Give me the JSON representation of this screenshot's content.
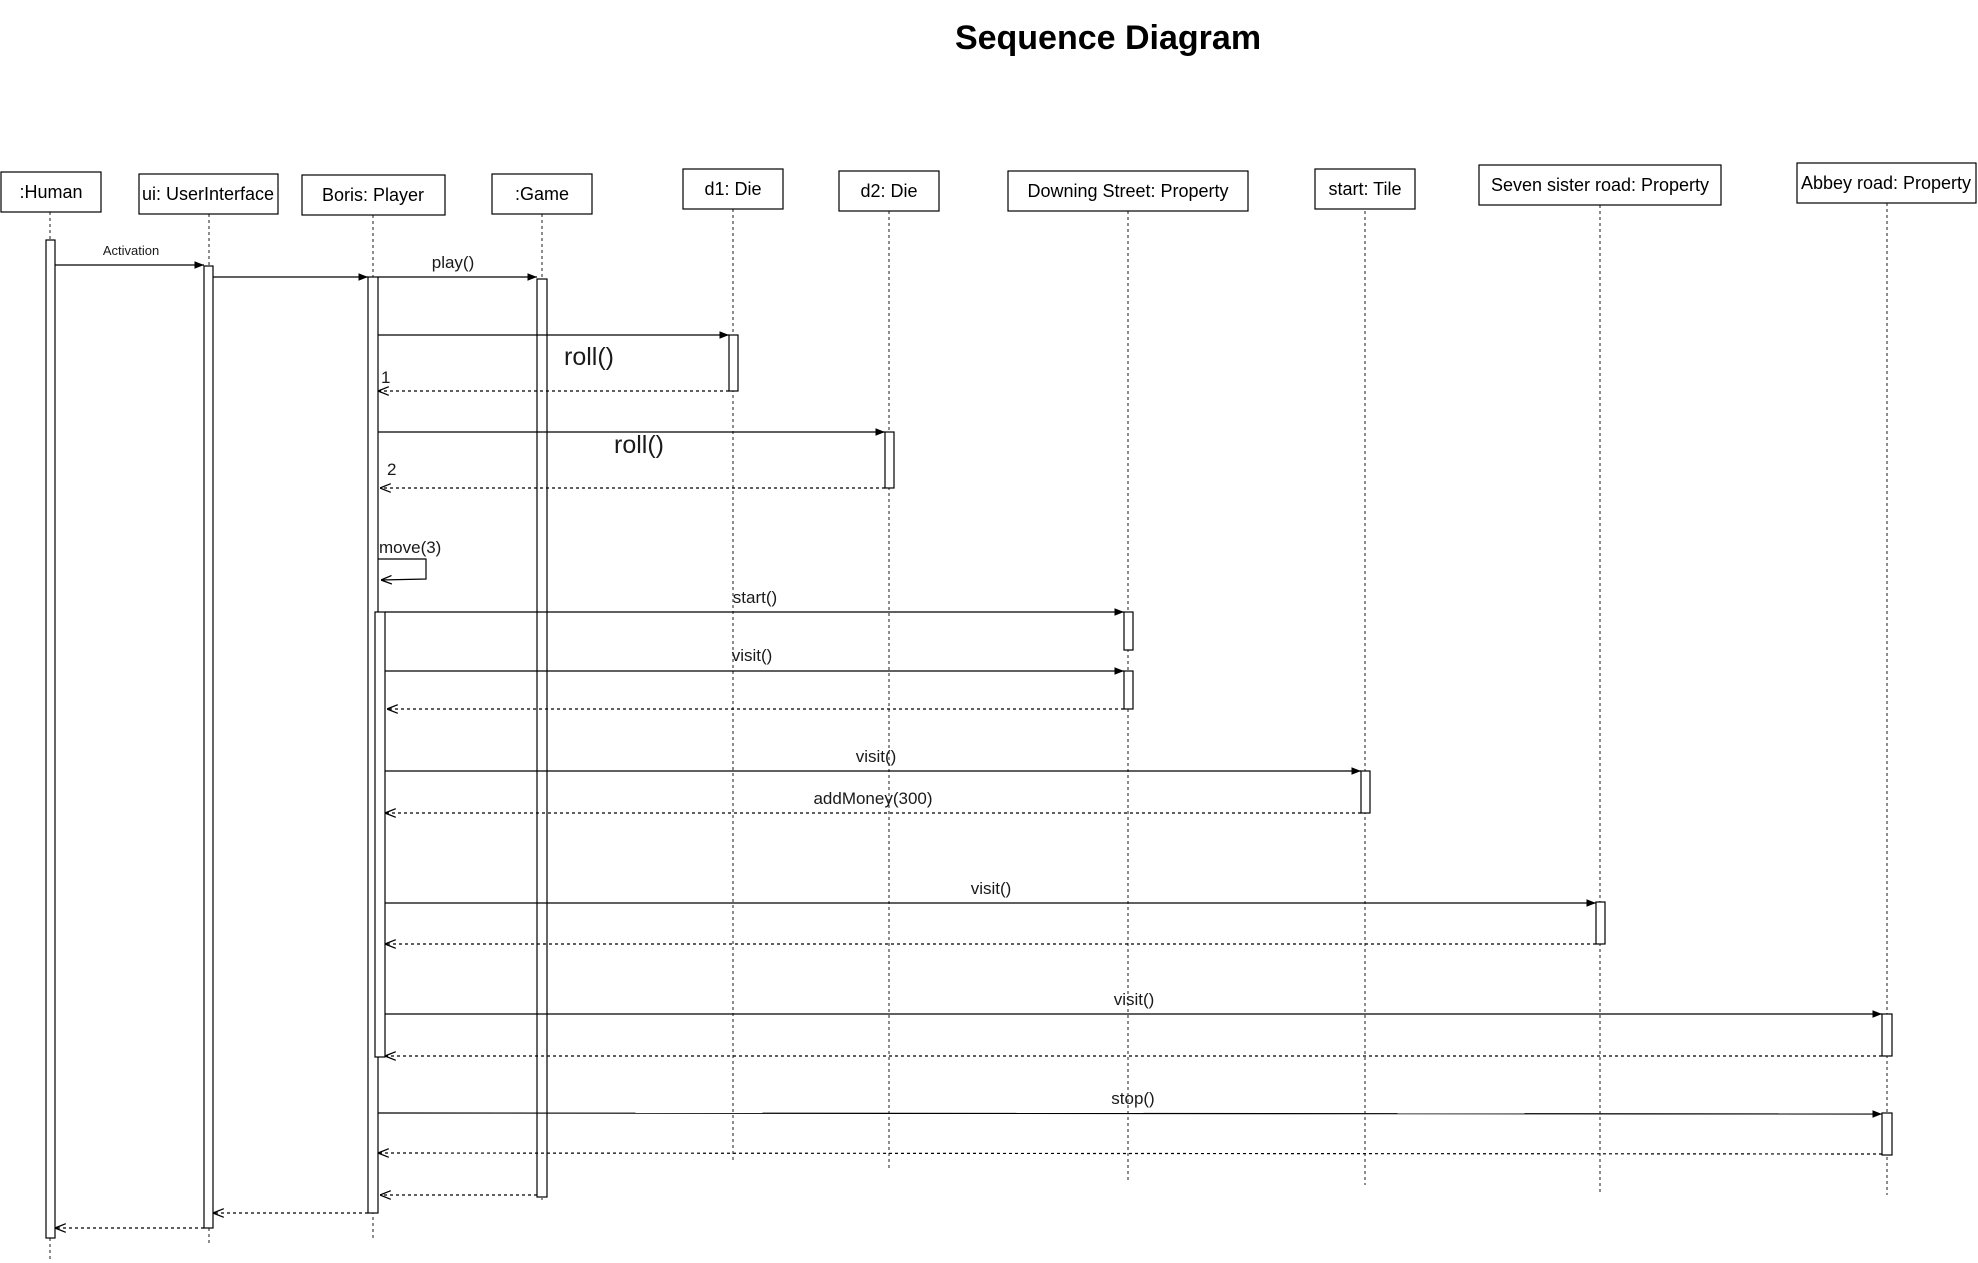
{
  "title": "Sequence  Diagram",
  "participants": [
    {
      "id": "human",
      "name": ":Human"
    },
    {
      "id": "ui",
      "name": "ui: UserInterface"
    },
    {
      "id": "boris",
      "name": "Boris: Player"
    },
    {
      "id": "game",
      "name": ":Game"
    },
    {
      "id": "d1",
      "name": "d1: Die"
    },
    {
      "id": "d2",
      "name": "d2: Die"
    },
    {
      "id": "downing",
      "name": "Downing Street: Property"
    },
    {
      "id": "start",
      "name": "start: Tile"
    },
    {
      "id": "seven",
      "name": "Seven sister road: Property"
    },
    {
      "id": "abbey",
      "name": "Abbey road: Property"
    }
  ],
  "messages": {
    "activation": "Activation",
    "play": "play()",
    "roll1": "roll()",
    "ret1": "1",
    "roll2": "roll()",
    "ret2": "2",
    "move": "move(3)",
    "start": "start()",
    "visit_downing": "visit()",
    "visit_start": "visit()",
    "add_money": "addMoney(300)",
    "visit_seven": "visit()",
    "visit_abbey": "visit()",
    "stop": "stop()"
  }
}
